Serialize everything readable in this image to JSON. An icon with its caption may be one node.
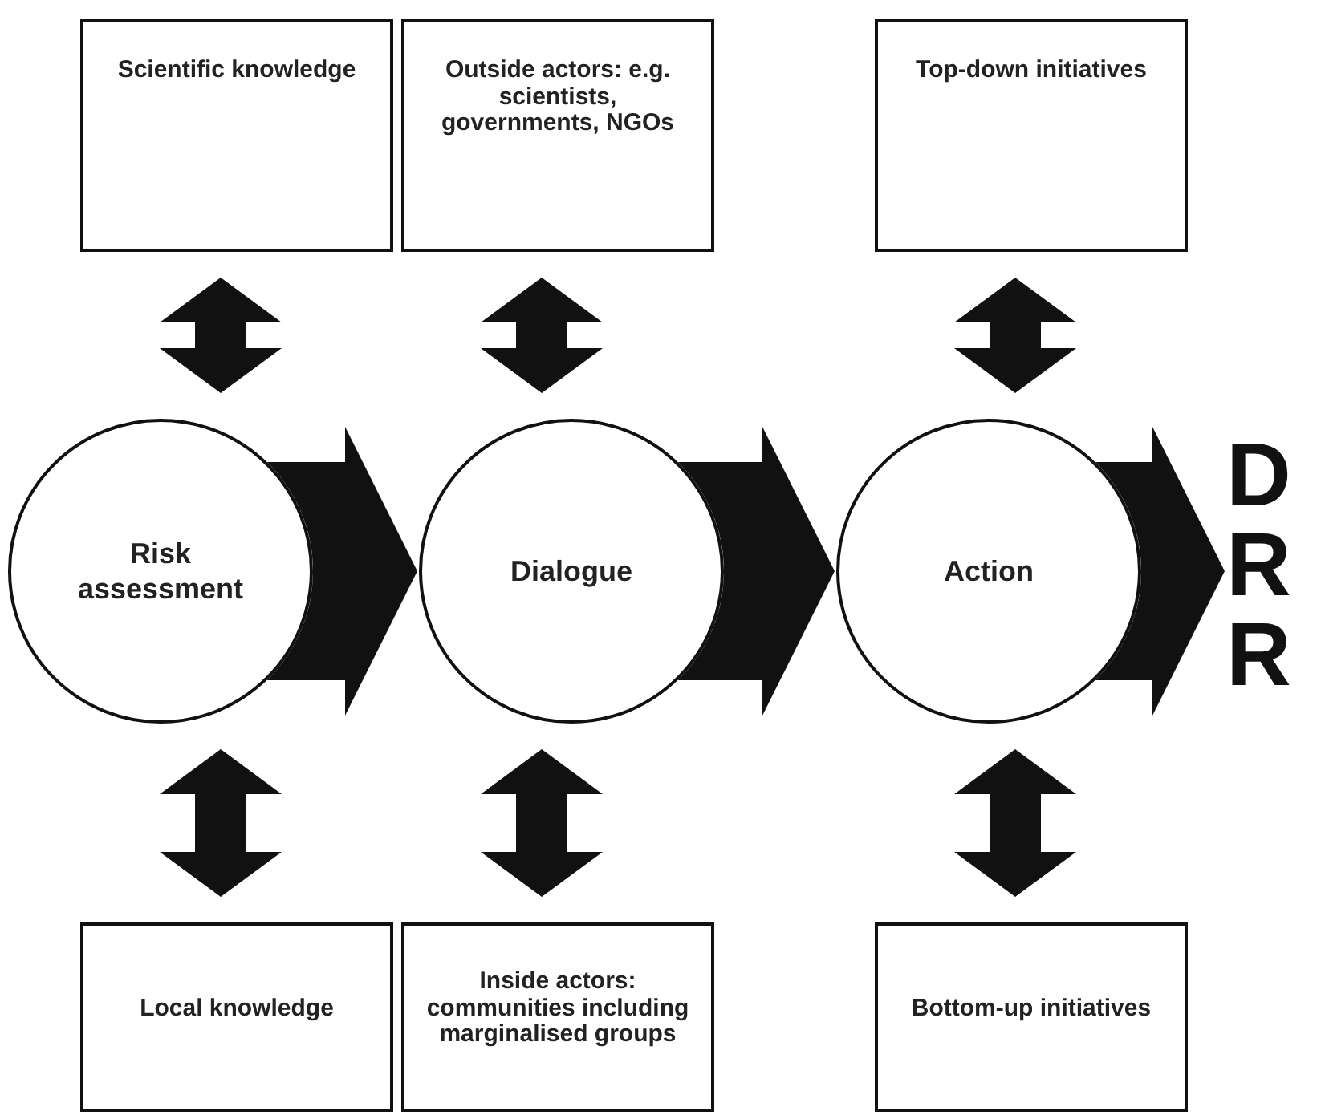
{
  "diagram": {
    "nodes": [
      {
        "text": [
          "Scientific knowledge"
        ]
      },
      {
        "text": [
          "Outside actors: e.g. scientists, governments, NGOs"
        ]
      },
      {
        "text": [
          "Top-down initiatives"
        ]
      },
      {
        "text": [
          "Risk assessment"
        ]
      },
      {
        "text": [
          "Dialogue"
        ]
      },
      {
        "text": [
          "Action"
        ]
      },
      {
        "text": [
          "D R R"
        ]
      },
      {
        "text": [
          "Local knowledge"
        ]
      },
      {
        "text": [
          "Inside actors: communities including marginalised groups"
        ]
      },
      {
        "text": [
          "Bottom-up initiatives"
        ]
      }
    ],
    "edges": [
      {
        "from": 0,
        "to": 3,
        "arrow": "both",
        "style": "thick"
      },
      {
        "from": 1,
        "to": 4,
        "arrow": "both",
        "style": "thick"
      },
      {
        "from": 2,
        "to": 5,
        "arrow": "both",
        "style": "thick"
      },
      {
        "from": 3,
        "to": 4,
        "arrow": "to",
        "style": "thick"
      },
      {
        "from": 4,
        "to": 5,
        "arrow": "to",
        "style": "thick"
      },
      {
        "from": 5,
        "to": 6,
        "arrow": "to",
        "style": "thick"
      },
      {
        "from": 3,
        "to": 7,
        "arrow": "both",
        "style": "thick"
      },
      {
        "from": 4,
        "to": 8,
        "arrow": "both",
        "style": "thick"
      },
      {
        "from": 5,
        "to": 9,
        "arrow": "both",
        "style": "thick"
      }
    ]
  }
}
